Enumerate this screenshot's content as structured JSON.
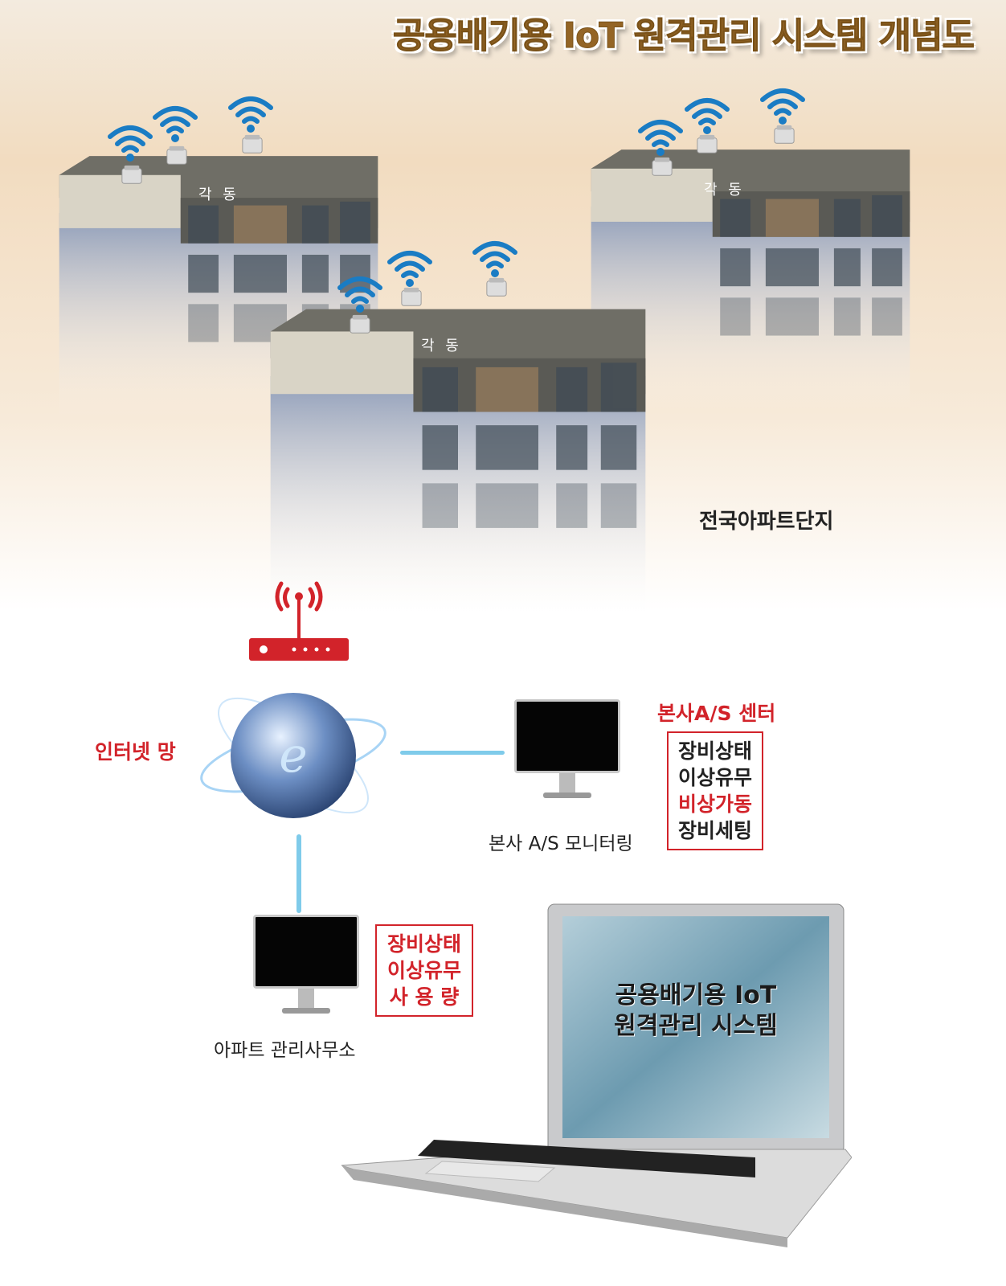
{
  "title": "공용배기용 IoT 원격관리 시스템 개념도",
  "buildings": {
    "label": "각 동",
    "region_label": "전국아파트단지"
  },
  "network": {
    "label": "인터넷 망"
  },
  "hq": {
    "center_title": "본사A/S 센터",
    "monitor_label": "본사 A/S 모니터링",
    "items": [
      "장비상태",
      "이상유무",
      "비상가동",
      "장비세팅"
    ]
  },
  "office": {
    "monitor_label": "아파트 관리사무소",
    "items": [
      "장비상태",
      "이상유무",
      "사 용 량"
    ]
  },
  "laptop": {
    "screen_line1": "공용배기용 IoT",
    "screen_line2": "원격관리 시스템"
  },
  "colors": {
    "title": "#946526",
    "accent_red": "#d2232a",
    "wifi_blue": "#1a7cc4",
    "link_line": "#7fcbea"
  }
}
